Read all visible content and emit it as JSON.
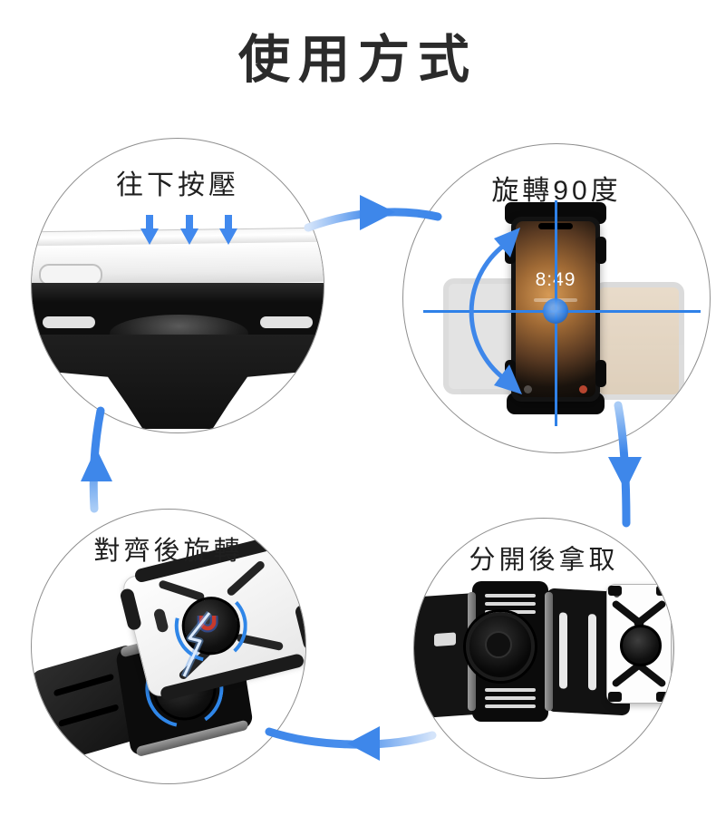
{
  "title": "使用方式",
  "colors": {
    "arrow_blue": "#3e87ea",
    "crosshair_blue": "#2f81e8",
    "magnet_red": "#c8392b",
    "magnet_blue": "#3a6cf0",
    "title_text": "#2b2b2b",
    "label_text": "#1f1f1f",
    "circle_border": "#8f8f8f"
  },
  "steps": [
    {
      "key": "press-down",
      "position": "top-left",
      "label": "往下按壓"
    },
    {
      "key": "rotate-90",
      "position": "top-right",
      "label": "旋轉90度",
      "phone": {
        "clock": "8:49"
      }
    },
    {
      "key": "separate-take",
      "position": "bottom-right",
      "label": "分開後拿取"
    },
    {
      "key": "align-rotate",
      "position": "bottom-left",
      "label": "對齊後旋轉"
    }
  ],
  "flow": {
    "style": "circular-cycle",
    "arrows": [
      {
        "name": "top",
        "direction": "right"
      },
      {
        "name": "right",
        "direction": "down"
      },
      {
        "name": "bottom",
        "direction": "left"
      },
      {
        "name": "left",
        "direction": "up"
      }
    ]
  }
}
